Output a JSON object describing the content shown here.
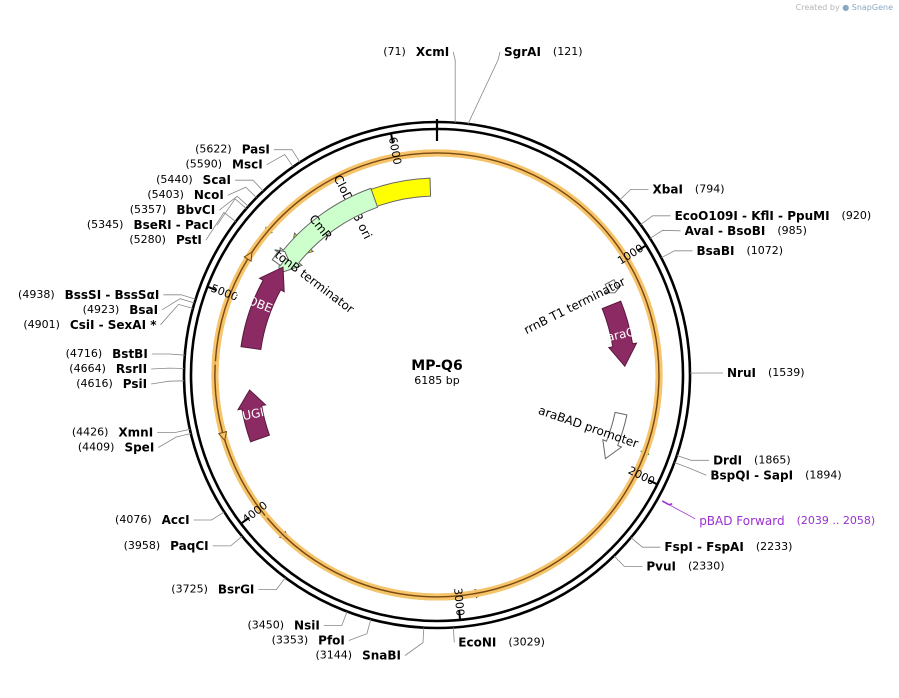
{
  "plasmid": {
    "name": "MP-Q6",
    "length_label": "6185 bp",
    "length": 6185
  },
  "watermark": {
    "prefix": "Created by",
    "brand": "SnapGene"
  },
  "colors": {
    "yellow": "#ffff00",
    "light_green": "#ccffcc",
    "magenta": "#8b2a63",
    "white": "#ffffff",
    "orange_glow": "#f7c36b",
    "green_glow": "#a8e06a",
    "primer": "#9b30d0"
  },
  "ticks": [
    {
      "value": 1000,
      "label": "1000"
    },
    {
      "value": 2000,
      "label": "2000"
    },
    {
      "value": 3000,
      "label": "3000"
    },
    {
      "value": 4000,
      "label": "4000"
    },
    {
      "value": 5000,
      "label": "5000"
    },
    {
      "value": 6000,
      "label": "6000"
    }
  ],
  "features": [
    {
      "name": "CloDF13 ori",
      "start": 6150,
      "end": 5300,
      "kind": "origin",
      "color": "#ffff00",
      "label_color": "#000000",
      "labeled": true
    },
    {
      "name": "CmR",
      "start": 5850,
      "end": 5200,
      "kind": "cds",
      "color": "#ccffcc",
      "label_color": "#000000",
      "labeled": true
    },
    {
      "name": "araC",
      "start": 1170,
      "end": 1500,
      "kind": "cds",
      "color": "#8b2a63",
      "label_color": "#ffffff",
      "labeled": true
    },
    {
      "name": "APOBEC-1",
      "start": 4780,
      "end": 5240,
      "kind": "cds",
      "color": "#8b2a63",
      "label_color": "#ffffff",
      "labeled": true
    },
    {
      "name": "UGI",
      "start": 4300,
      "end": 4560,
      "kind": "cds",
      "color": "#8b2a63",
      "label_color": "#ffffff",
      "labeled": true
    },
    {
      "name": "rrnB T1 terminator",
      "start": 1060,
      "end": 1120,
      "kind": "terminator",
      "color": "#ffffff",
      "label_color": "#000000",
      "labeled": true
    },
    {
      "name": "tonB terminator",
      "start": 5240,
      "end": 5310,
      "kind": "terminator",
      "color": "#ffffff",
      "label_color": "#000000",
      "labeled": true
    },
    {
      "name": "araBAD promoter",
      "start": 1750,
      "end": 2000,
      "kind": "promoter",
      "color": "#ffffff",
      "label_color": "#000000",
      "labeled": true
    }
  ],
  "outer_arcs": [
    {
      "start": 860,
      "end": 1900,
      "kind": "green",
      "direction": "ccw"
    },
    {
      "start": 5950,
      "end": 5340,
      "kind": "green",
      "direction": "ccw"
    },
    {
      "start": 2320,
      "end": 2920,
      "kind": "orange",
      "direction": "ccw"
    },
    {
      "start": 3060,
      "end": 3850,
      "kind": "orange",
      "direction": "ccw"
    },
    {
      "start": 3950,
      "end": 4380,
      "kind": "orange",
      "direction": "ccw"
    },
    {
      "start": 4700,
      "end": 5180,
      "kind": "orange",
      "direction": "cw"
    }
  ],
  "sites": [
    {
      "name": "XcmI",
      "pos": "(71)",
      "p": 71,
      "side": "top-left"
    },
    {
      "name": "SgrAI",
      "pos": "(121)",
      "p": 121,
      "side": "top-right"
    },
    {
      "name": "XbaI",
      "pos": "(794)",
      "p": 794,
      "side": "right"
    },
    {
      "name": "EcoO109I - KflI - PpuMI",
      "pos": "(920)",
      "p": 920,
      "side": "right"
    },
    {
      "name": "AvaI - BsoBI",
      "pos": "(985)",
      "p": 985,
      "side": "right"
    },
    {
      "name": "BsaBI",
      "pos": "(1072)",
      "p": 1072,
      "side": "right"
    },
    {
      "name": "NruI",
      "pos": "(1539)",
      "p": 1539,
      "side": "right"
    },
    {
      "name": "DrdI",
      "pos": "(1865)",
      "p": 1865,
      "side": "right"
    },
    {
      "name": "BspQI - SapI",
      "pos": "(1894)",
      "p": 1894,
      "side": "right"
    },
    {
      "name": "FspI - FspAI",
      "pos": "(2233)",
      "p": 2233,
      "side": "right"
    },
    {
      "name": "PvuI",
      "pos": "(2330)",
      "p": 2330,
      "side": "right"
    },
    {
      "name": "EcoNI",
      "pos": "(3029)",
      "p": 3029,
      "side": "bottom"
    },
    {
      "name": "SnaBI",
      "pos": "(3144)",
      "p": 3144,
      "side": "left"
    },
    {
      "name": "PfoI",
      "pos": "(3353)",
      "p": 3353,
      "side": "left"
    },
    {
      "name": "NsiI",
      "pos": "(3450)",
      "p": 3450,
      "side": "left"
    },
    {
      "name": "BsrGI",
      "pos": "(3725)",
      "p": 3725,
      "side": "left"
    },
    {
      "name": "PaqCI",
      "pos": "(3958)",
      "p": 3958,
      "side": "left"
    },
    {
      "name": "AccI",
      "pos": "(4076)",
      "p": 4076,
      "side": "left"
    },
    {
      "name": "SpeI",
      "pos": "(4409)",
      "p": 4409,
      "side": "left"
    },
    {
      "name": "XmnI",
      "pos": "(4426)",
      "p": 4426,
      "side": "left"
    },
    {
      "name": "PsiI",
      "pos": "(4616)",
      "p": 4616,
      "side": "left"
    },
    {
      "name": "RsrII",
      "pos": "(4664)",
      "p": 4664,
      "side": "left"
    },
    {
      "name": "BstBI",
      "pos": "(4716)",
      "p": 4716,
      "side": "left"
    },
    {
      "name": "CsiI - SexAI *",
      "pos": "(4901)",
      "p": 4901,
      "side": "left"
    },
    {
      "name": "BsaI",
      "pos": "(4923)",
      "p": 4923,
      "side": "left"
    },
    {
      "name": "BssSI - BssSαI",
      "pos": "(4938)",
      "p": 4938,
      "side": "left"
    },
    {
      "name": "PstI",
      "pos": "(5280)",
      "p": 5280,
      "side": "left"
    },
    {
      "name": "BseRI - PacI",
      "pos": "(5345)",
      "p": 5345,
      "side": "left"
    },
    {
      "name": "BbvCI",
      "pos": "(5357)",
      "p": 5357,
      "side": "left"
    },
    {
      "name": "NcoI",
      "pos": "(5403)",
      "p": 5403,
      "side": "left"
    },
    {
      "name": "ScaI",
      "pos": "(5440)",
      "p": 5440,
      "side": "left"
    },
    {
      "name": "MscI",
      "pos": "(5590)",
      "p": 5590,
      "side": "left"
    },
    {
      "name": "PasI",
      "pos": "(5622)",
      "p": 5622,
      "side": "left"
    }
  ],
  "primer": {
    "name": "pBAD Forward",
    "range": "(2039 .. 2058)",
    "p": 2048
  }
}
